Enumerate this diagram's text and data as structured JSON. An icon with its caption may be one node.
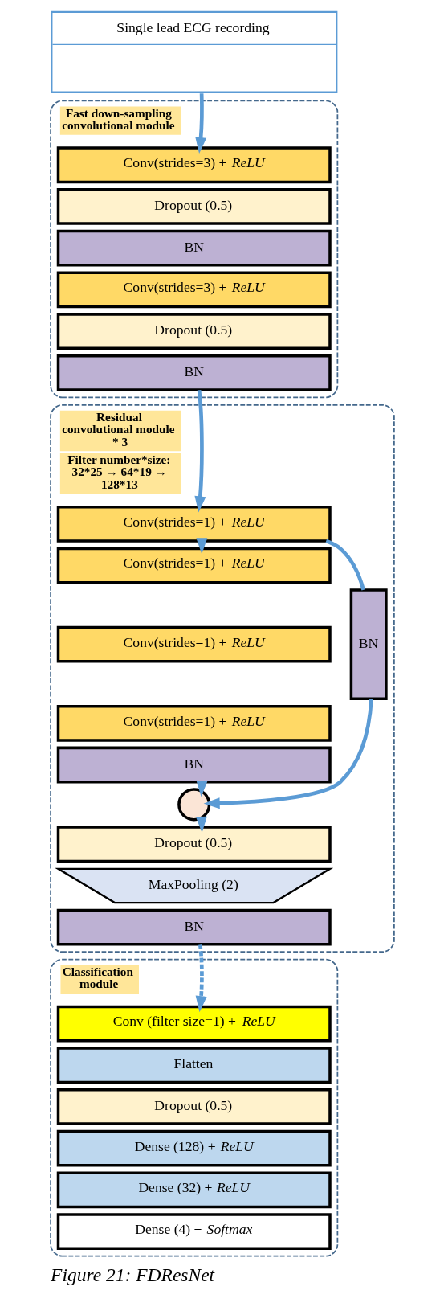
{
  "diagram": {
    "caption": "Figure 21: FDResNet",
    "nodes": [
      {
        "text": [
          "Single lead ECG recording"
        ]
      },
      {
        "text": [
          "Fast down-sampling convolutional module"
        ]
      },
      {
        "text": [
          "Conv(strides=3) + *ReLU*"
        ],
        "in": 1
      },
      {
        "text": [
          "Dropout (0.5)"
        ],
        "in": 1
      },
      {
        "text": [
          "BN"
        ],
        "in": 1
      },
      {
        "text": [
          "Conv(strides=3) + *ReLU*"
        ],
        "in": 1
      },
      {
        "text": [
          "Dropout (0.5)"
        ],
        "in": 1
      },
      {
        "text": [
          "BN"
        ],
        "in": 1
      },
      {
        "text": [
          "Residual convolutional module * 3",
          "Filter number*size: 32*25 → 64*19 → 128*13"
        ]
      },
      {
        "text": [
          "Conv(strides=1) + *ReLU*"
        ],
        "in": 8
      },
      {
        "text": [
          "Conv(strides=1) + *ReLU*"
        ],
        "in": 8
      },
      {
        "text": [
          "Conv(strides=1) + *ReLU*"
        ],
        "in": 8
      },
      {
        "text": [
          "Conv(strides=1) + *ReLU*"
        ],
        "in": 8
      },
      {
        "text": [
          "BN"
        ],
        "in": 8
      },
      {
        "text": [
          "BN"
        ],
        "in": 8
      },
      {
        "text": [],
        "shape": "circle",
        "in": 8
      },
      {
        "text": [
          "Dropout (0.5)"
        ],
        "in": 8
      },
      {
        "text": [
          "MaxPooling (2)"
        ],
        "in": 8
      },
      {
        "text": [
          "BN"
        ],
        "in": 8
      },
      {
        "text": [
          "Classification module"
        ]
      },
      {
        "text": [
          "Conv (filter size=1) + *ReLU*"
        ],
        "in": 19
      },
      {
        "text": [
          "Flatten"
        ],
        "in": 19
      },
      {
        "text": [
          "Dropout (0.5)"
        ],
        "in": 19
      },
      {
        "text": [
          "Dense (128) + *ReLU*"
        ],
        "in": 19
      },
      {
        "text": [
          "Dense (32) + *ReLU*"
        ],
        "in": 19
      },
      {
        "text": [
          "Dense (4) + *Softmax*"
        ],
        "in": 19
      }
    ],
    "edges": [
      {
        "from": 0,
        "to": 2,
        "arrow": "to"
      },
      {
        "from": 7,
        "to": 9,
        "arrow": "to"
      },
      {
        "from": 9,
        "to": 10,
        "arrow": "to"
      },
      {
        "from": 9,
        "to": 14,
        "arrow": "none"
      },
      {
        "from": 13,
        "to": 15,
        "arrow": "to"
      },
      {
        "from": 14,
        "to": 15,
        "arrow": "to"
      },
      {
        "from": 15,
        "to": 16,
        "arrow": "to"
      },
      {
        "from": 18,
        "to": 20,
        "arrow": "to",
        "style": "dashed"
      }
    ]
  }
}
